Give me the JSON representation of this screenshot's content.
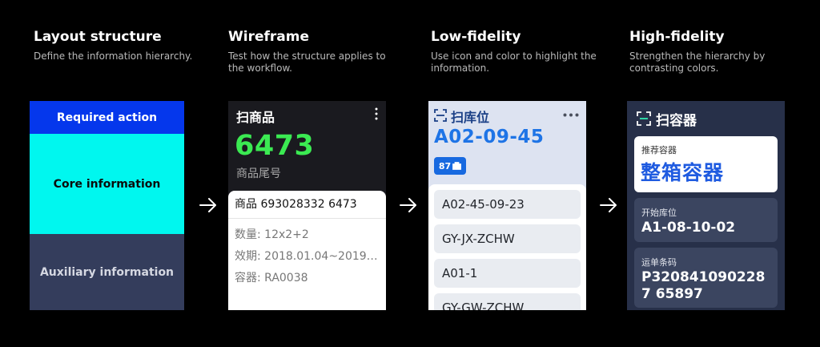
{
  "columns": [
    {
      "title": "Layout structure",
      "desc": "Define the information hierarchy."
    },
    {
      "title": "Wireframe",
      "desc": "Test how the structure applies to the workflow."
    },
    {
      "title": "Low-fidelity",
      "desc": "Use icon and color to highlight the information."
    },
    {
      "title": "High-fidelity",
      "desc": "Strengthen the hierarchy by contrasting colors."
    }
  ],
  "layout": {
    "required": "Required action",
    "core": "Core information",
    "aux": "Auxiliary information"
  },
  "wireframe": {
    "title": "扫商品",
    "number": "6473",
    "number_label": "商品尾号",
    "product": "商品 693028332 6473",
    "qty": "数量: 12x2+2",
    "date": "效期: 2018.01.04~2019…",
    "container": "容器: RA0038"
  },
  "lowfi": {
    "title": "扫库位",
    "location": "A02-09-45",
    "badge": "87",
    "items": [
      "A02-45-09-23",
      "GY-JX-ZCHW",
      "A01-1",
      "GY-GW-ZCHW"
    ]
  },
  "hifi": {
    "title": "扫容器",
    "rec_label": "推荐容器",
    "rec_value": "整箱容器",
    "start_label": "开始库位",
    "start_value": "A1-08-10-02",
    "waybill_label": "运单条码",
    "waybill_value": "P3208410902287 65897"
  },
  "colors": {
    "required": "#0537ec",
    "core": "#00f7ef",
    "aux": "#343d5c",
    "wf_number": "#3bea52",
    "lf_accent": "#1e74e6",
    "hf_accent": "#1f5be0"
  },
  "icons": [
    "arrow-right-icon",
    "scan-icon",
    "more-vertical-icon",
    "more-horizontal-icon",
    "box-icon"
  ]
}
